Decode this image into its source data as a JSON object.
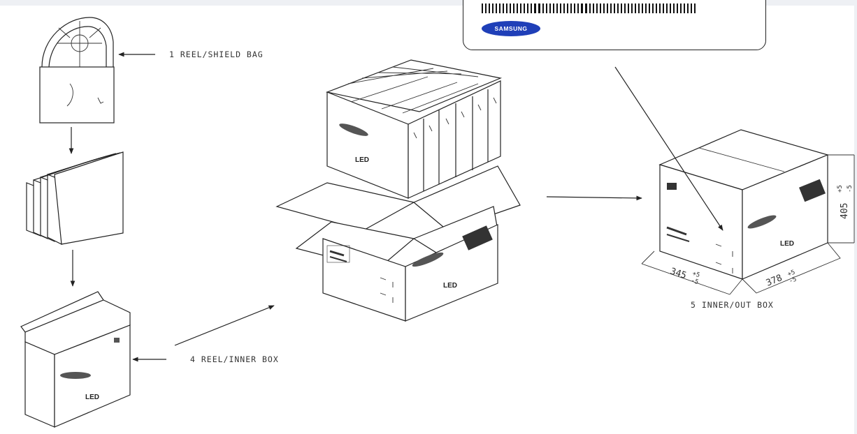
{
  "labels": {
    "reel_shield_bag": "1 REEL/SHIELD BAG",
    "reel_inner_box": "4 REEL/INNER BOX",
    "inner_out_box": "5 INNER/OUT BOX"
  },
  "box_print": {
    "product": "LED"
  },
  "label_callout": {
    "brand": "SAMSUNG"
  },
  "dimensions": {
    "length": "345",
    "width": "378",
    "height": "405",
    "tolerance_plus": "+5",
    "tolerance_minus": "-5"
  },
  "colors": {
    "line": "#222222",
    "brand_blue": "#1f3fb8",
    "strip": "#eef0f4"
  }
}
